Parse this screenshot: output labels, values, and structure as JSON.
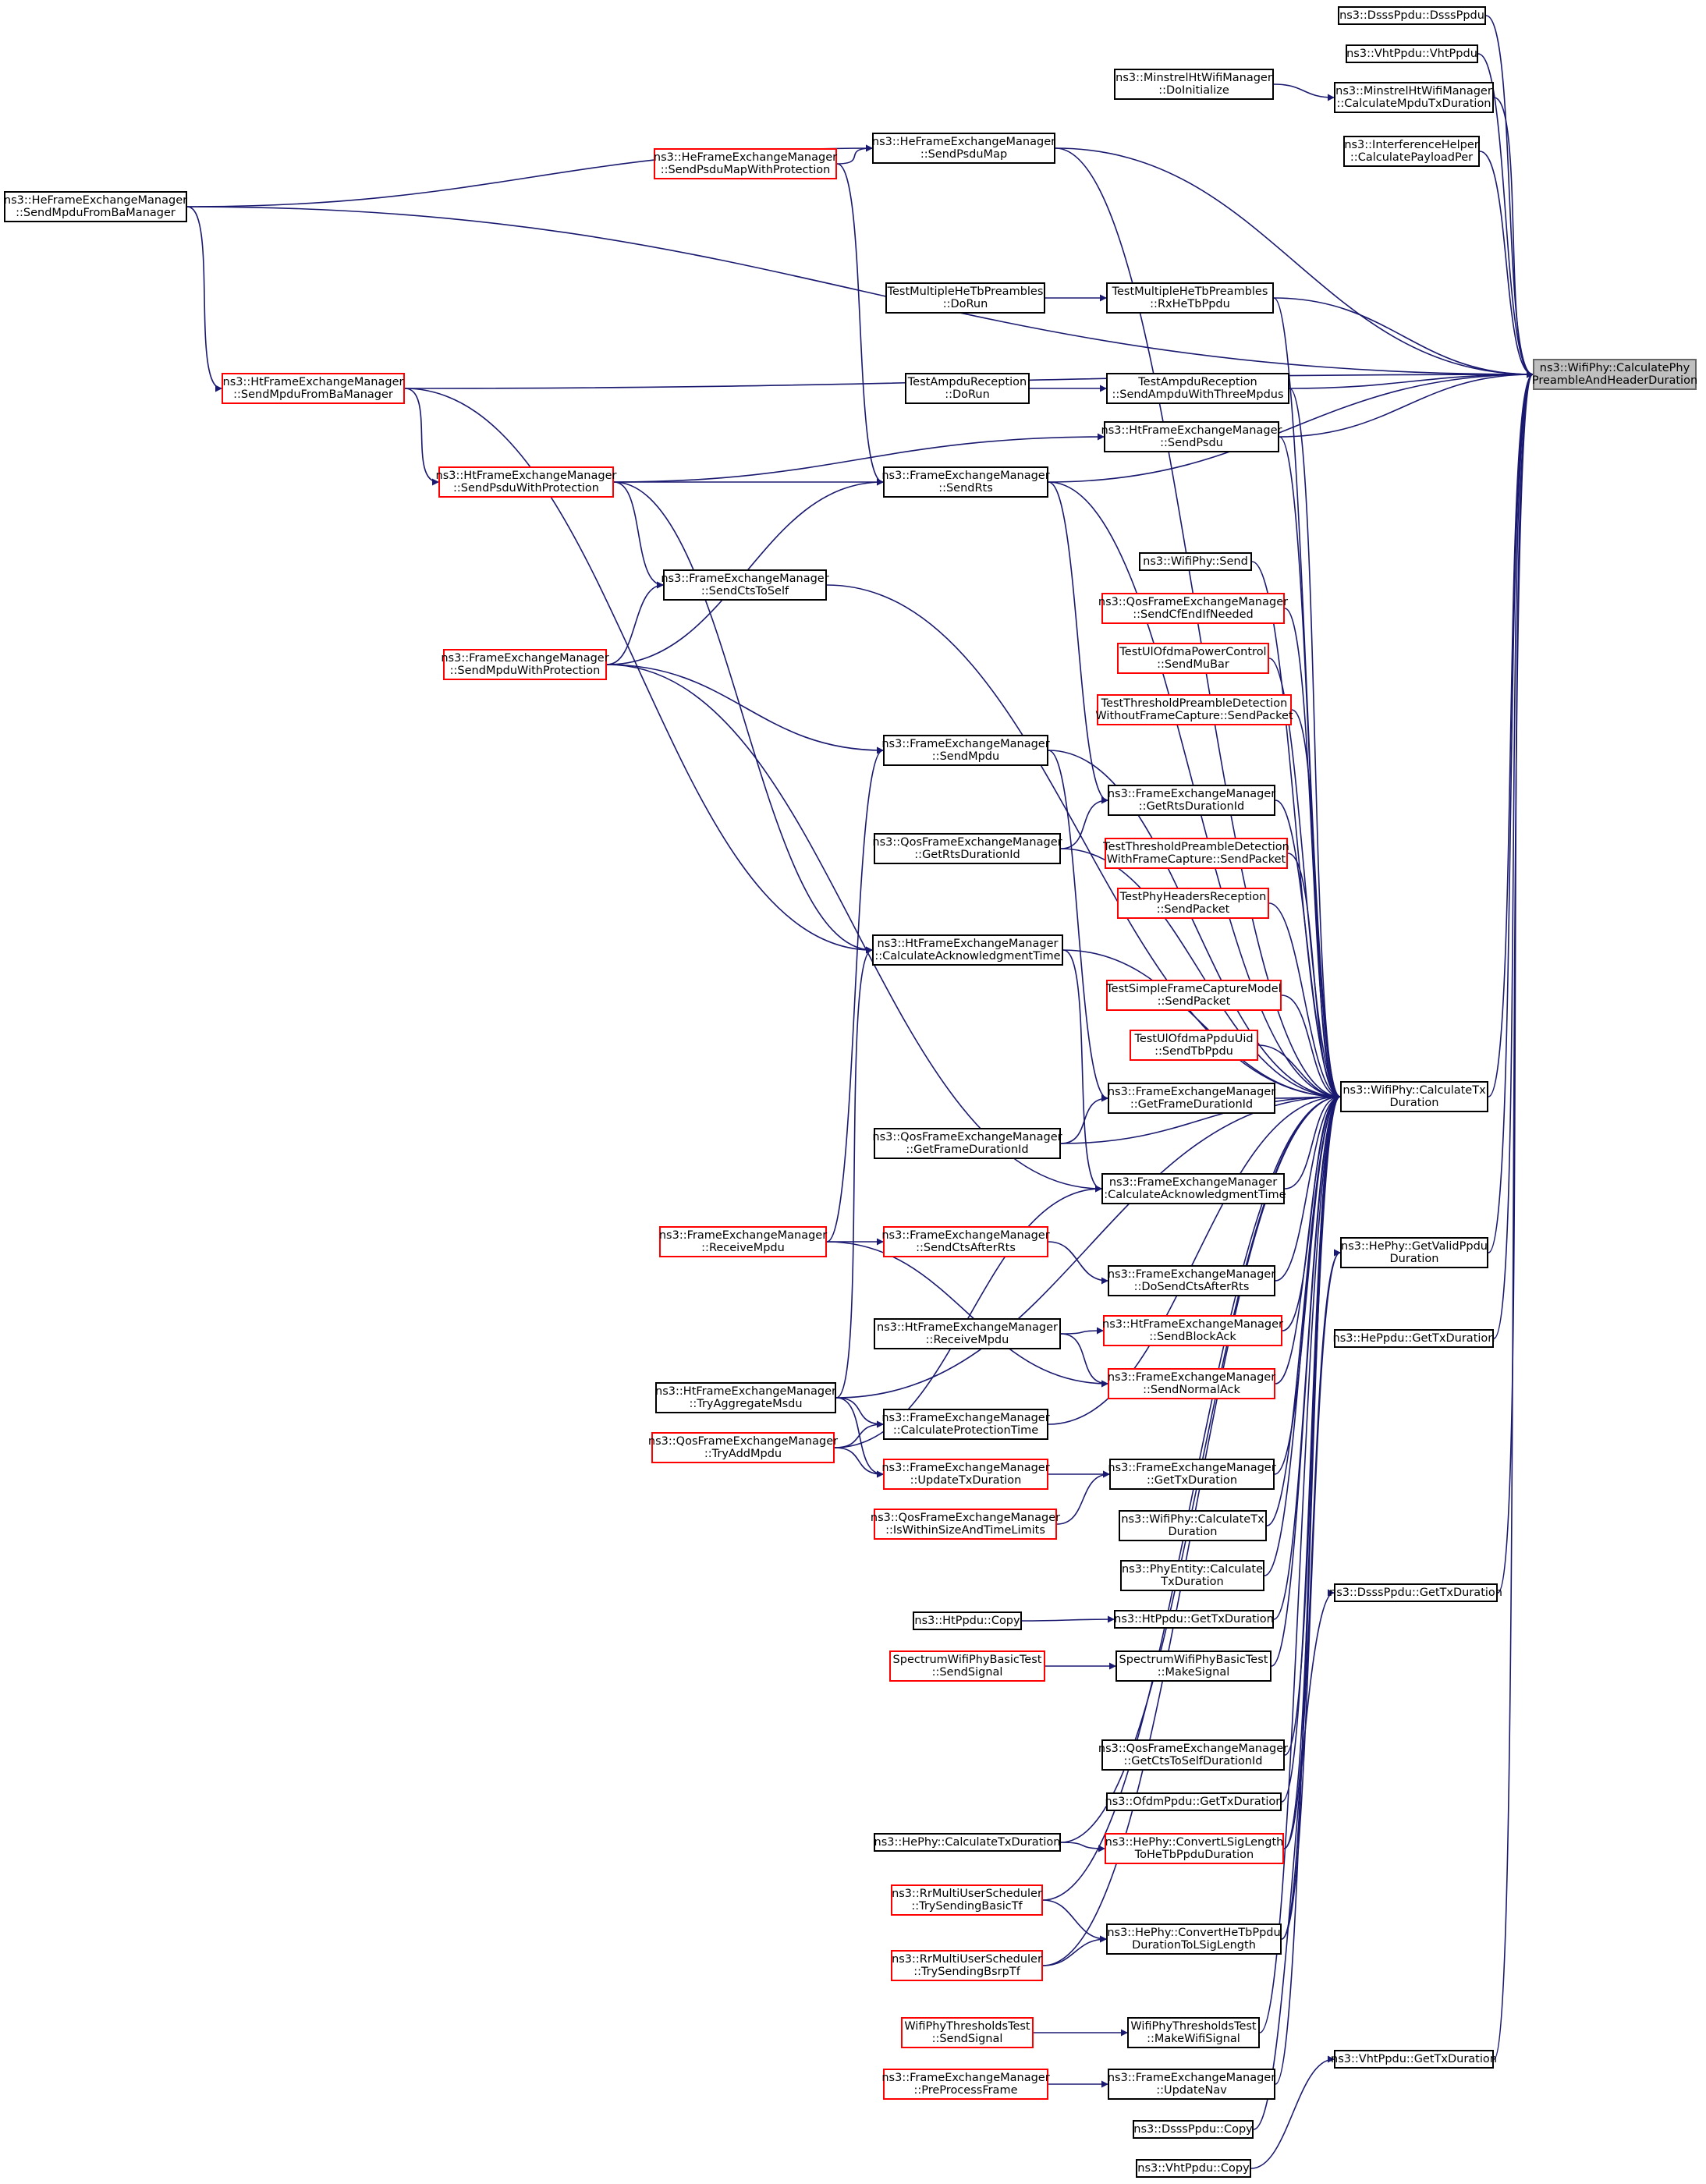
{
  "diagram": {
    "kind": "caller graph",
    "colors": {
      "edge": "#191970",
      "border": "#000000",
      "border_truncated": "#ff0000",
      "target_fill": "#bfbfbf"
    },
    "nodes": {
      "target": [
        "ns3::WifiPhy::CalculatePhy",
        "PreambleAndHeaderDuration"
      ],
      "dsss_ctor": [
        "ns3::DsssPpdu::DsssPpdu"
      ],
      "vht_ctor": [
        "ns3::VhtPpdu::VhtPpdu"
      ],
      "minstrel_calc": [
        "ns3::MinstrelHtWifiManager",
        "::CalculateMpduTxDuration"
      ],
      "minstrel_init": [
        "ns3::MinstrelHtWifiManager",
        "::DoInitialize"
      ],
      "interference": [
        "ns3::InterferenceHelper",
        "::CalculatePayloadPer"
      ],
      "he_send_psdu_map": [
        "ns3::HeFrameExchangeManager",
        "::SendPsduMap"
      ],
      "he_send_psdu_map_prot": [
        "ns3::HeFrameExchangeManager",
        "::SendPsduMapWithProtection"
      ],
      "he_send_mpdu_ba": [
        "ns3::HeFrameExchangeManager",
        "::SendMpduFromBaManager"
      ],
      "test_mhetb_dorun": [
        "TestMultipleHeTbPreambles",
        "::DoRun"
      ],
      "test_mhetb_rx": [
        "TestMultipleHeTbPreambles",
        "::RxHeTbPpdu"
      ],
      "ht_send_mpdu_ba": [
        "ns3::HtFrameExchangeManager",
        "::SendMpduFromBaManager"
      ],
      "test_ampdu_dorun": [
        "TestAmpduReception",
        "::DoRun"
      ],
      "test_ampdu_send": [
        "TestAmpduReception",
        "::SendAmpduWithThreeMpdus"
      ],
      "ht_send_psdu": [
        "ns3::HtFrameExchangeManager",
        "::SendPsdu"
      ],
      "ht_send_psdu_prot": [
        "ns3::HtFrameExchangeManager",
        "::SendPsduWithProtection"
      ],
      "fem_send_rts": [
        "ns3::FrameExchangeManager",
        "::SendRts"
      ],
      "wifiphy_send": [
        "ns3::WifiPhy::Send"
      ],
      "fem_send_cts_self": [
        "ns3::FrameExchangeManager",
        "::SendCtsToSelf"
      ],
      "qos_send_cfend": [
        "ns3::QosFrameExchangeManager",
        "::SendCfEndIfNeeded"
      ],
      "fem_send_mpdu_prot": [
        "ns3::FrameExchangeManager",
        "::SendMpduWithProtection"
      ],
      "test_ul_mubar": [
        "TestUlOfdmaPowerControl",
        "::SendMuBar"
      ],
      "test_thr_nocap": [
        "TestThresholdPreambleDetection",
        "WithoutFrameCapture::SendPacket"
      ],
      "fem_send_mpdu": [
        "ns3::FrameExchangeManager",
        "::SendMpdu"
      ],
      "fem_get_rts_dur": [
        "ns3::FrameExchangeManager",
        "::GetRtsDurationId"
      ],
      "qos_get_rts_dur": [
        "ns3::QosFrameExchangeManager",
        "::GetRtsDurationId"
      ],
      "test_thr_cap": [
        "TestThresholdPreambleDetection",
        "WithFrameCapture::SendPacket"
      ],
      "test_phy_headers": [
        "TestPhyHeadersReception",
        "::SendPacket"
      ],
      "ht_calc_ack": [
        "ns3::HtFrameExchangeManager",
        "::CalculateAcknowledgmentTime"
      ],
      "test_simple_cap": [
        "TestSimpleFrameCaptureModel",
        "::SendPacket"
      ],
      "test_ul_uid": [
        "TestUlOfdmaPpduUid",
        "::SendTbPpdu"
      ],
      "calc_tx_dur": [
        "ns3::WifiPhy::CalculateTx",
        "Duration"
      ],
      "fem_get_frame_dur": [
        "ns3::FrameExchangeManager",
        "::GetFrameDurationId"
      ],
      "qos_get_frame_dur": [
        "ns3::QosFrameExchangeManager",
        "::GetFrameDurationId"
      ],
      "fem_calc_ack": [
        "ns3::FrameExchangeManager",
        "::CalculateAcknowledgmentTime"
      ],
      "fem_receive_mpdu": [
        "ns3::FrameExchangeManager",
        "::ReceiveMpdu"
      ],
      "fem_send_cts_after_rts": [
        "ns3::FrameExchangeManager",
        "::SendCtsAfterRts"
      ],
      "hephy_get_valid": [
        "ns3::HePhy::GetValidPpdu",
        "Duration"
      ],
      "fem_do_send_cts": [
        "ns3::FrameExchangeManager",
        "::DoSendCtsAfterRts"
      ],
      "ht_receive_mpdu": [
        "ns3::HtFrameExchangeManager",
        "::ReceiveMpdu"
      ],
      "ht_send_block_ack": [
        "ns3::HtFrameExchangeManager",
        "::SendBlockAck"
      ],
      "heppdu_get_tx": [
        "ns3::HePpdu::GetTxDuration"
      ],
      "fem_send_normal_ack": [
        "ns3::FrameExchangeManager",
        "::SendNormalAck"
      ],
      "ht_try_aggr_msdu": [
        "ns3::HtFrameExchangeManager",
        "::TryAggregateMsdu"
      ],
      "fem_calc_prot": [
        "ns3::FrameExchangeManager",
        "::CalculateProtectionTime"
      ],
      "qos_try_add_mpdu": [
        "ns3::QosFrameExchangeManager",
        "::TryAddMpdu"
      ],
      "fem_update_tx": [
        "ns3::FrameExchangeManager",
        "::UpdateTxDuration"
      ],
      "fem_get_tx": [
        "ns3::FrameExchangeManager",
        "::GetTxDuration"
      ],
      "qos_within_limits": [
        "ns3::QosFrameExchangeManager",
        "::IsWithinSizeAndTimeLimits"
      ],
      "wifiphy_calc_tx2": [
        "ns3::WifiPhy::CalculateTx",
        "Duration"
      ],
      "phyentity_calc_tx": [
        "ns3::PhyEntity::Calculate",
        "TxDuration"
      ],
      "dsssppdu_get_tx": [
        "ns3::DsssPpdu::GetTxDuration"
      ],
      "htppdu_copy": [
        "ns3::HtPpdu::Copy"
      ],
      "htppdu_get_tx": [
        "ns3::HtPpdu::GetTxDuration"
      ],
      "spectrum_send_signal": [
        "SpectrumWifiPhyBasicTest",
        "::SendSignal"
      ],
      "spectrum_make_signal": [
        "SpectrumWifiPhyBasicTest",
        "::MakeSignal"
      ],
      "qos_get_cts_self": [
        "ns3::QosFrameExchangeManager",
        "::GetCtsToSelfDurationId"
      ],
      "ofdmppdu_get_tx": [
        "ns3::OfdmPpdu::GetTxDuration"
      ],
      "hephy_calc_tx": [
        "ns3::HePhy::CalculateTxDuration"
      ],
      "hephy_conv_lsig": [
        "ns3::HePhy::ConvertLSigLength",
        "ToHeTbPpduDuration"
      ],
      "rr_basic_tf": [
        "ns3::RrMultiUserScheduler",
        "::TrySendingBasicTf"
      ],
      "hephy_conv_hetb": [
        "ns3::HePhy::ConvertHeTbPpdu",
        "DurationToLSigLength"
      ],
      "rr_bsrp_tf": [
        "ns3::RrMultiUserScheduler",
        "::TrySendingBsrpTf"
      ],
      "thr_send_signal": [
        "WifiPhyThresholdsTest",
        "::SendSignal"
      ],
      "thr_make_signal": [
        "WifiPhyThresholdsTest",
        "::MakeWifiSignal"
      ],
      "fem_preprocess": [
        "ns3::FrameExchangeManager",
        "::PreProcessFrame"
      ],
      "fem_update_nav": [
        "ns3::FrameExchangeManager",
        "::UpdateNav"
      ],
      "vhtppdu_get_tx": [
        "ns3::VhtPpdu::GetTxDuration"
      ],
      "dsssppdu_copy": [
        "ns3::DsssPpdu::Copy"
      ],
      "vhtppdu_copy": [
        "ns3::VhtPpdu::Copy"
      ]
    }
  }
}
